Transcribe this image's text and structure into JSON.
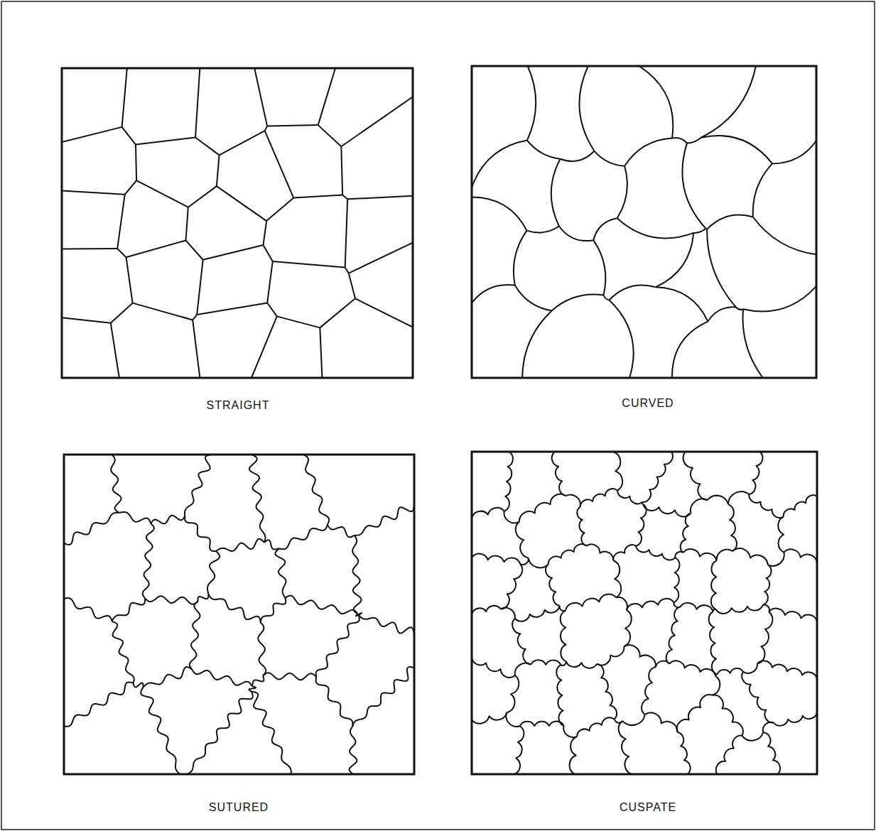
{
  "diagram": {
    "labels": [
      "STRAIGHT",
      "CURVED",
      "SUTURED",
      "CUSPATE"
    ]
  }
}
